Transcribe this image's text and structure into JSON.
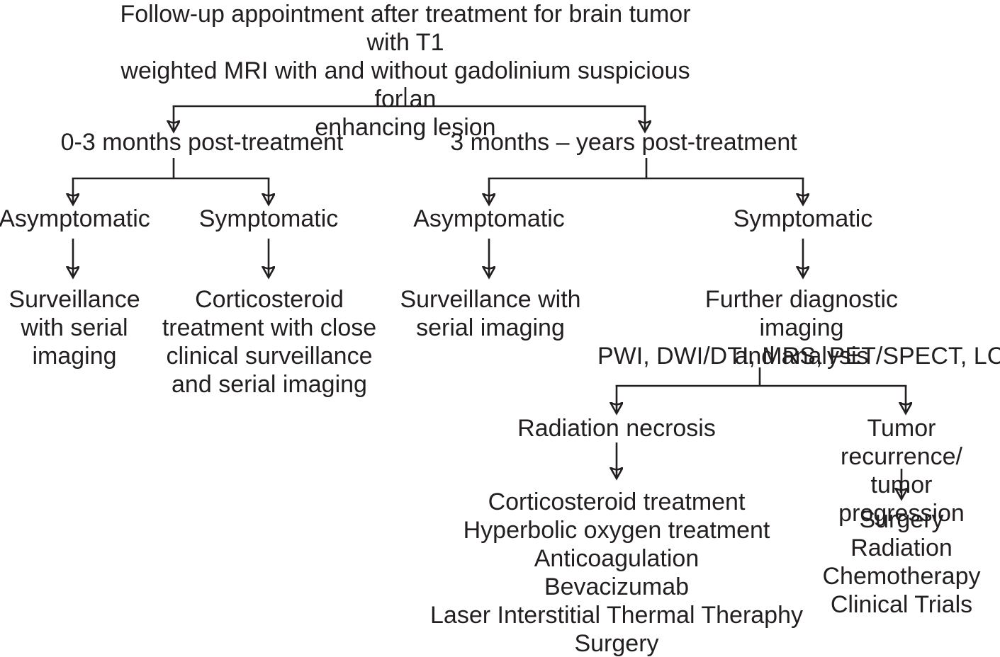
{
  "diagram": {
    "type": "decision-tree-flowchart",
    "colors": {
      "ink": "#231f20",
      "paper": "#ffffff"
    },
    "nodes": {
      "root": {
        "lines": [
          "Follow-up appointment after treatment for brain tumor with T1",
          "weighted MRI with and without gadolinium suspicious for an",
          "enhancing lesion"
        ]
      },
      "early": {
        "label": "0-3 months post-treatment"
      },
      "late": {
        "label": "3 months – years post-treatment"
      },
      "early_asymptomatic": {
        "label": "Asymptomatic"
      },
      "early_symptomatic": {
        "label": "Symptomatic"
      },
      "late_asymptomatic": {
        "label": "Asymptomatic"
      },
      "late_symptomatic": {
        "label": "Symptomatic"
      },
      "early_asym_plan": {
        "lines": [
          "Surveillance",
          "with serial",
          "imaging"
        ]
      },
      "early_sym_plan": {
        "lines": [
          "Corticosteroid",
          "treatment with close",
          "clinical surveillance",
          "and serial imaging"
        ]
      },
      "late_asym_plan": {
        "lines": [
          "Surveillance with",
          "serial imaging"
        ]
      },
      "late_sym_plan": {
        "lines": [
          "Further diagnostic imaging",
          "and analysis"
        ],
        "modalities": "PWI, DWI/DTI, MRS, PET/SPECT, LC"
      },
      "radiation_necrosis": {
        "label": "Radiation necrosis"
      },
      "tumor_recurrence": {
        "lines": [
          "Tumor recurrence/",
          "tumor progression"
        ]
      },
      "radiation_necrosis_treatments": {
        "lines": [
          "Corticosteroid treatment",
          "Hyperbolic oxygen treatment",
          "Anticoagulation",
          "Bevacizumab",
          "Laser Interstitial Thermal Theraphy",
          "Surgery"
        ]
      },
      "tumor_recurrence_treatments": {
        "lines": [
          "Surgery",
          "Radiation",
          "Chemotherapy",
          "Clinical Trials"
        ]
      }
    }
  }
}
